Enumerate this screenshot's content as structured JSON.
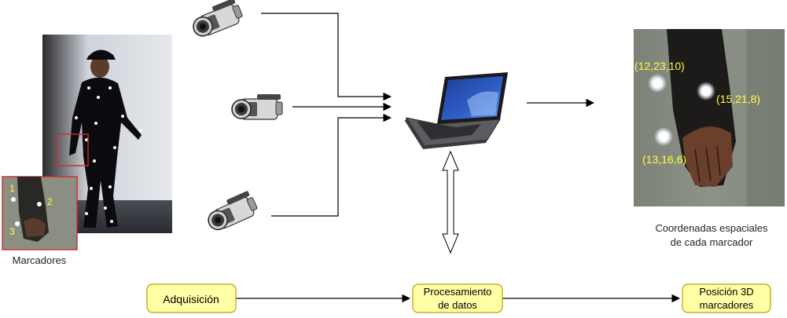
{
  "labels": {
    "markers_caption": "Marcadores",
    "coords_caption_line1": "Coordenadas espaciales",
    "coords_caption_line2": "de cada marcador"
  },
  "inset_markers": [
    "1",
    "2",
    "3"
  ],
  "coordinates": [
    "(12,23,10)",
    "(15,21,8)",
    "(13,16,6)"
  ],
  "flow": {
    "step1": "Adquisición",
    "step2_line1": "Procesamiento",
    "step2_line2": "de datos",
    "step3_line1": "Posición 3D",
    "step3_line2": "marcadores"
  },
  "colors": {
    "box_fill": "#ffffa6",
    "box_stroke": "#b8a000",
    "label_yellow": "#ffff3c",
    "highlight_red": "#d22a2a",
    "screen_blue": "#2f5fc8"
  },
  "icons": [
    "video-camera-icon",
    "laptop-icon",
    "arrow-icon",
    "double-arrow-icon"
  ]
}
